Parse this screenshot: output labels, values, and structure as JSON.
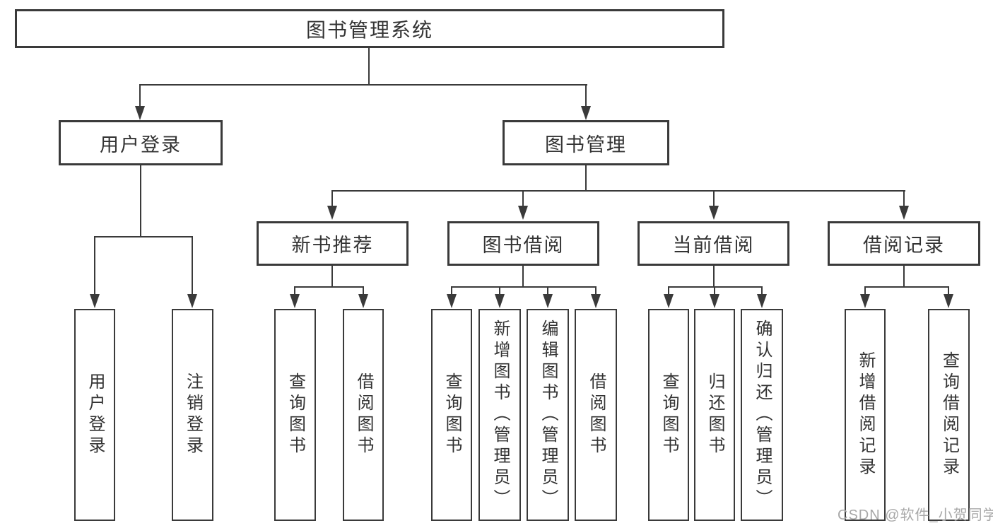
{
  "diagram": {
    "root": {
      "label": "图书管理系统"
    },
    "level2": {
      "user_login": {
        "label": "用户登录"
      },
      "book_management": {
        "label": "图书管理"
      }
    },
    "level3": {
      "new_book_recommend": {
        "label": "新书推荐"
      },
      "book_borrow": {
        "label": "图书借阅"
      },
      "current_borrow": {
        "label": "当前借阅"
      },
      "borrow_record": {
        "label": "借阅记录"
      }
    },
    "leaves": {
      "user_login": [
        "用户登录",
        "注销登录"
      ],
      "new_book_recommend": [
        "查询图书",
        "借阅图书"
      ],
      "book_borrow": [
        "查询图书",
        "新增图书（管理员）",
        "编辑图书（管理员）",
        "借阅图书"
      ],
      "current_borrow": [
        "查询图书",
        "归还图书",
        "确认归还（管理员）"
      ],
      "borrow_record": [
        "新增借阅记录",
        "查询借阅记录"
      ]
    }
  },
  "watermark": "CSDN @软件_小贺同学",
  "colors": {
    "line": "#3a3a3a",
    "text": "#333333",
    "watermark": "#a8a8a8",
    "background": "#ffffff"
  }
}
